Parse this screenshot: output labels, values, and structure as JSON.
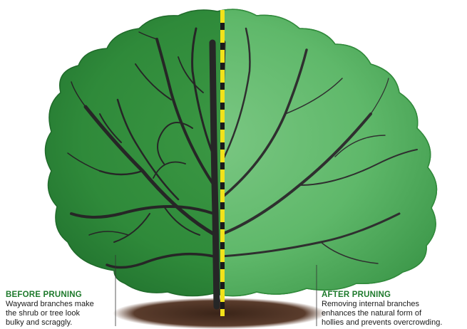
{
  "before": {
    "title": "BEFORE PRUNING",
    "lines": [
      "Wayward branches make",
      "the shrub or tree look",
      "bulky and scraggly."
    ]
  },
  "after": {
    "title": "AFTER PRUNING",
    "lines": [
      "Removing internal branches",
      "enhances the natural form of",
      "hollies and prevents overcrowding."
    ]
  },
  "colors": {
    "title_green": "#1e7a2c",
    "foliage_dark": "#2f8a3a",
    "foliage_light": "#5fb86a",
    "divider_yellow": "#f2e21a",
    "divider_black": "#1a1a1a",
    "soil": "#4a3226",
    "trunk": "#3a3a3a"
  }
}
